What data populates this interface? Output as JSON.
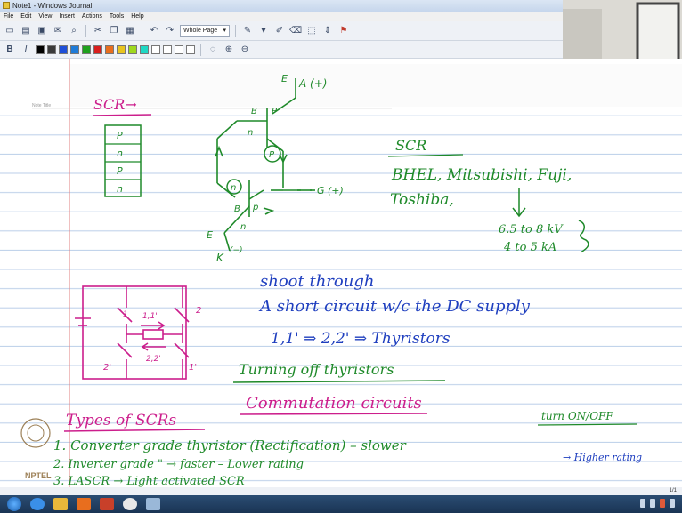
{
  "window": {
    "title": "Note1 - Windows Journal"
  },
  "menu": [
    "File",
    "Edit",
    "View",
    "Insert",
    "Actions",
    "Tools",
    "Help"
  ],
  "toolbar": {
    "page_width": "Whole Page",
    "icons": [
      "new-note-icon",
      "open-icon",
      "save-icon",
      "email-icon",
      "find-icon",
      "cut-icon",
      "copy-icon",
      "paste-icon",
      "undo-icon",
      "redo-icon"
    ],
    "pen_colors": [
      "#000000",
      "#3a3a3a",
      "#1e4fd8",
      "#1e7bd8",
      "#1ea01e",
      "#d81e1e",
      "#e86e1e",
      "#e8c41e",
      "#9ed81e",
      "#1ed8c4",
      "#ffffff",
      "#ffffff",
      "#ffffff",
      "#ffffff"
    ]
  },
  "notes": {
    "left_title": "SCR→",
    "layers": [
      "P",
      "n",
      "P",
      "n"
    ],
    "terminal_A": "A (+)",
    "terminal_E_top": "E",
    "terminal_B_top": "B",
    "terminal_p_top": "P",
    "terminal_n_mid": "n",
    "terminal_P_circle": "P",
    "terminal_n_circle": "n",
    "terminal_B_bot": "B",
    "terminal_p_bot": "p",
    "terminal_n_bot": "n",
    "terminal_E_bot": "E",
    "terminal_K": "K",
    "terminal_K_sign": "(−)",
    "terminal_G": "G (+)",
    "scr_heading": "SCR",
    "makers_line1": "BHEL, Mitsubishi, Fuji,",
    "makers_line2": "Toshiba,",
    "rating_line1": "6.5 to 8 kV",
    "rating_line2": "4 to 5 kA",
    "shoot_through": "shoot through",
    "short_circuit": "A short circuit w/c the DC supply",
    "switch_sequence": "1,1' ⇒ 2,2' ⇒ Thyristors",
    "switch_1": "1",
    "switch_1p": "1,1'",
    "switch_2": "2",
    "switch_2p": "2'",
    "switch_22p": "2,2'",
    "switch_1p_bot": "1'",
    "turning_off": "Turning off thyristors",
    "commutation": "Commutation circuits",
    "types_title": "Types of SCRs",
    "turn_on_off": "turn ON/OFF",
    "type1": "1. Converter grade thyristor (Rectification) – slower",
    "type2": "2. Inverter grade  \"  → faster – Lower rating",
    "type2_note": "→ Higher rating",
    "type3": "3. LASCR → Light activated SCR"
  },
  "status": {
    "page": "1/1"
  },
  "colors": {
    "ink_pink": "#cc1e8c",
    "ink_green": "#1f8a2a",
    "ink_blue": "#1f3fbf",
    "rule_line": "#b9cde8",
    "margin_line": "#e08080"
  }
}
